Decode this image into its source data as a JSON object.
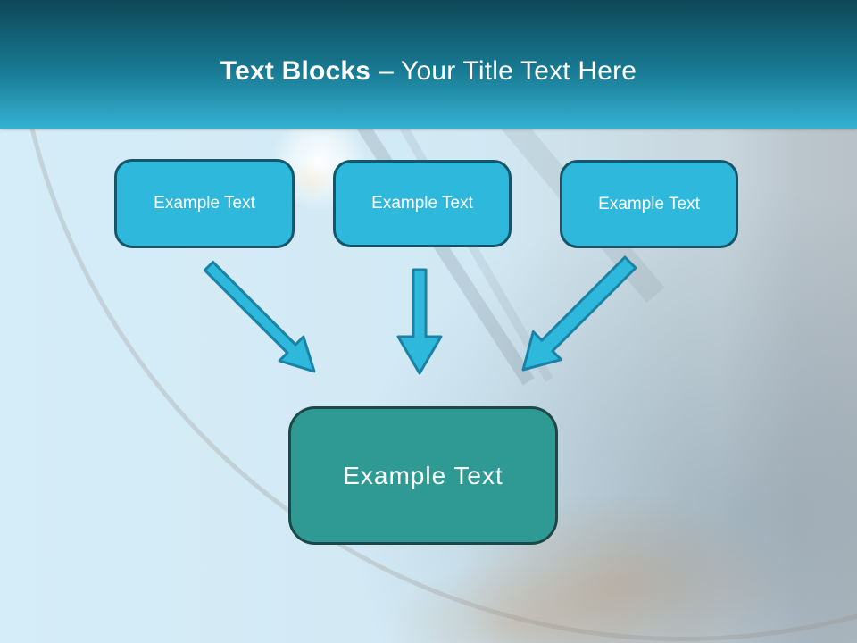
{
  "slide": {
    "title": {
      "bold": "Text Blocks",
      "rest": "– Your Title Text Here"
    },
    "blocks": [
      {
        "label": "Example Text"
      },
      {
        "label": "Example Text"
      },
      {
        "label": "Example Text"
      }
    ],
    "center_block": {
      "label": "Example Text"
    },
    "arrows": [
      {
        "name": "arrow-down-right"
      },
      {
        "name": "arrow-down"
      },
      {
        "name": "arrow-down-left"
      }
    ],
    "colors": {
      "header_gradient_top": "#0e4756",
      "header_gradient_bottom": "#35b2d2",
      "block_fill": "#2db8dc",
      "block_border": "#15566a",
      "center_block_fill": "#2f9a93",
      "center_block_border": "#1d4847",
      "arrow_fill": "#2db8dc",
      "arrow_stroke": "#1a82a5",
      "background_tint": "#d2e9f4",
      "text": "#ffffff"
    }
  }
}
